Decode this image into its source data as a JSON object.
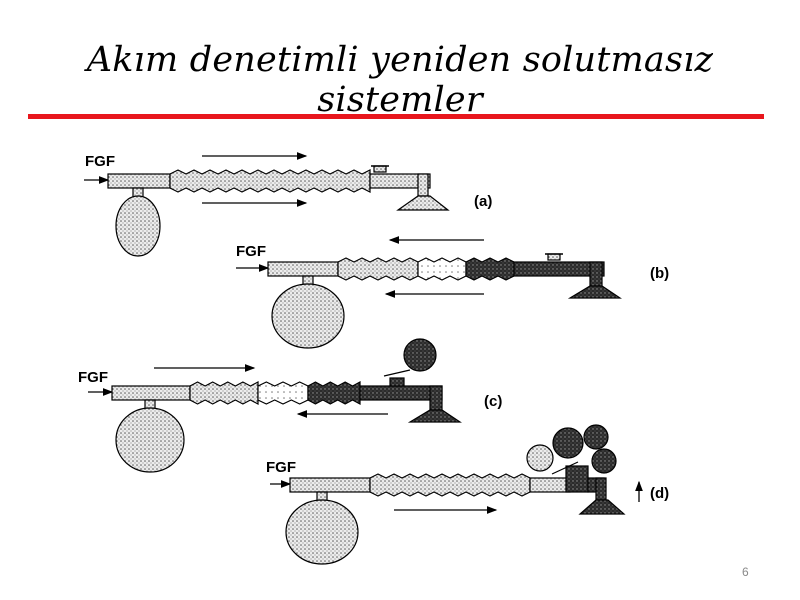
{
  "slide": {
    "title": "Akım denetimli yeniden solutmasız sistemler",
    "page_number": "6"
  },
  "diagram": {
    "fgf_label": "FGF",
    "panels": [
      {
        "label": "(a)"
      },
      {
        "label": "(b)"
      },
      {
        "label": "(c)"
      },
      {
        "label": "(d)"
      }
    ]
  },
  "colors": {
    "rule": "#e8161d",
    "light_fill": "#e4e4e4",
    "dark_fill": "#2e2e2e"
  }
}
